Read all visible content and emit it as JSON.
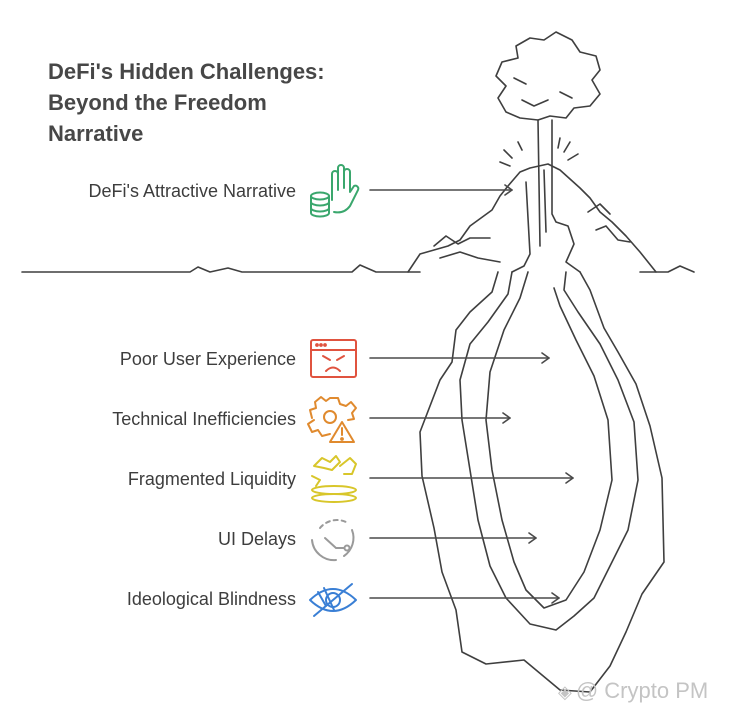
{
  "title": {
    "line1": "DeFi's Hidden Challenges:",
    "line2": "Beyond the Freedom",
    "line3": "Narrative"
  },
  "items": [
    {
      "label": "DeFi's Attractive Narrative",
      "icon": "hand-coins-icon",
      "color": "#3aa76d"
    },
    {
      "label": "Poor User Experience",
      "icon": "angry-browser-icon",
      "color": "#e0533f"
    },
    {
      "label": "Technical Inefficiencies",
      "icon": "gear-warning-icon",
      "color": "#e08a2e"
    },
    {
      "label": "Fragmented Liquidity",
      "icon": "broken-coins-icon",
      "color": "#d8c62a"
    },
    {
      "label": "UI Delays",
      "icon": "loading-circle-icon",
      "color": "#9a9a9a"
    },
    {
      "label": "Ideological Blindness",
      "icon": "eye-slash-icon",
      "color": "#3a7fd5"
    }
  ],
  "watermark": "@ Crypto PM"
}
